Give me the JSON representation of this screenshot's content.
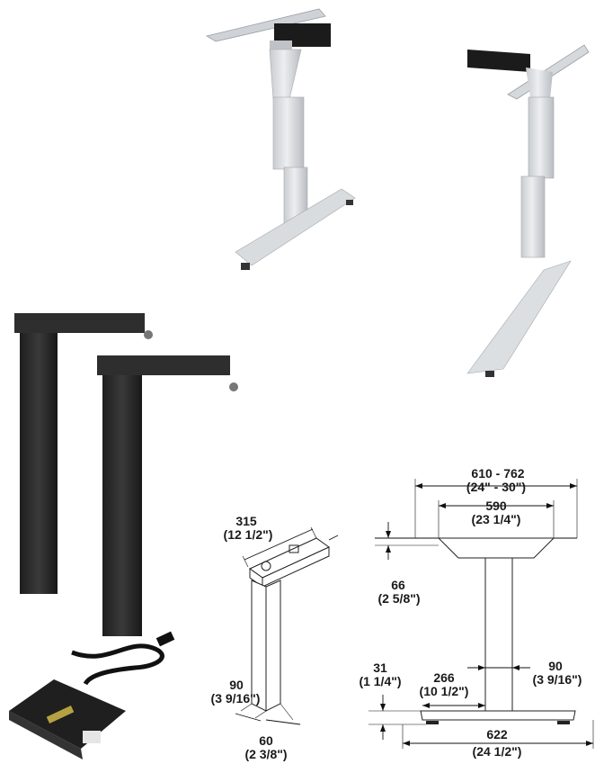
{
  "dimensions": {
    "small_leg": {
      "length": "315",
      "length_imperial": "(12 1/2\")",
      "depth": "90",
      "depth_imperial": "(3 9/16\")",
      "width": "60",
      "width_imperial": "(2 3/8\")"
    },
    "frame": {
      "height_range": "610 - 762",
      "height_range_imperial": "(24\" - 30\")",
      "top_width": "590",
      "top_width_imperial": "(23 1/4\")",
      "top_thickness": "66",
      "top_thickness_imperial": "(2 5/8\")",
      "foot_height": "31",
      "foot_height_imperial": "(1 1/4\")",
      "foot_span": "266",
      "foot_span_imperial": "(10 1/2\")",
      "column": "90",
      "column_imperial": "(3 9/16\")",
      "foot_length": "622",
      "foot_length_imperial": "(24 1/2\")"
    }
  },
  "colors": {
    "silver_frame": "#d7d9dc",
    "black_leg": "#2b2b2b",
    "line": "#111111"
  },
  "icons": [
    "power-cord-icon",
    "control-box-icon"
  ]
}
